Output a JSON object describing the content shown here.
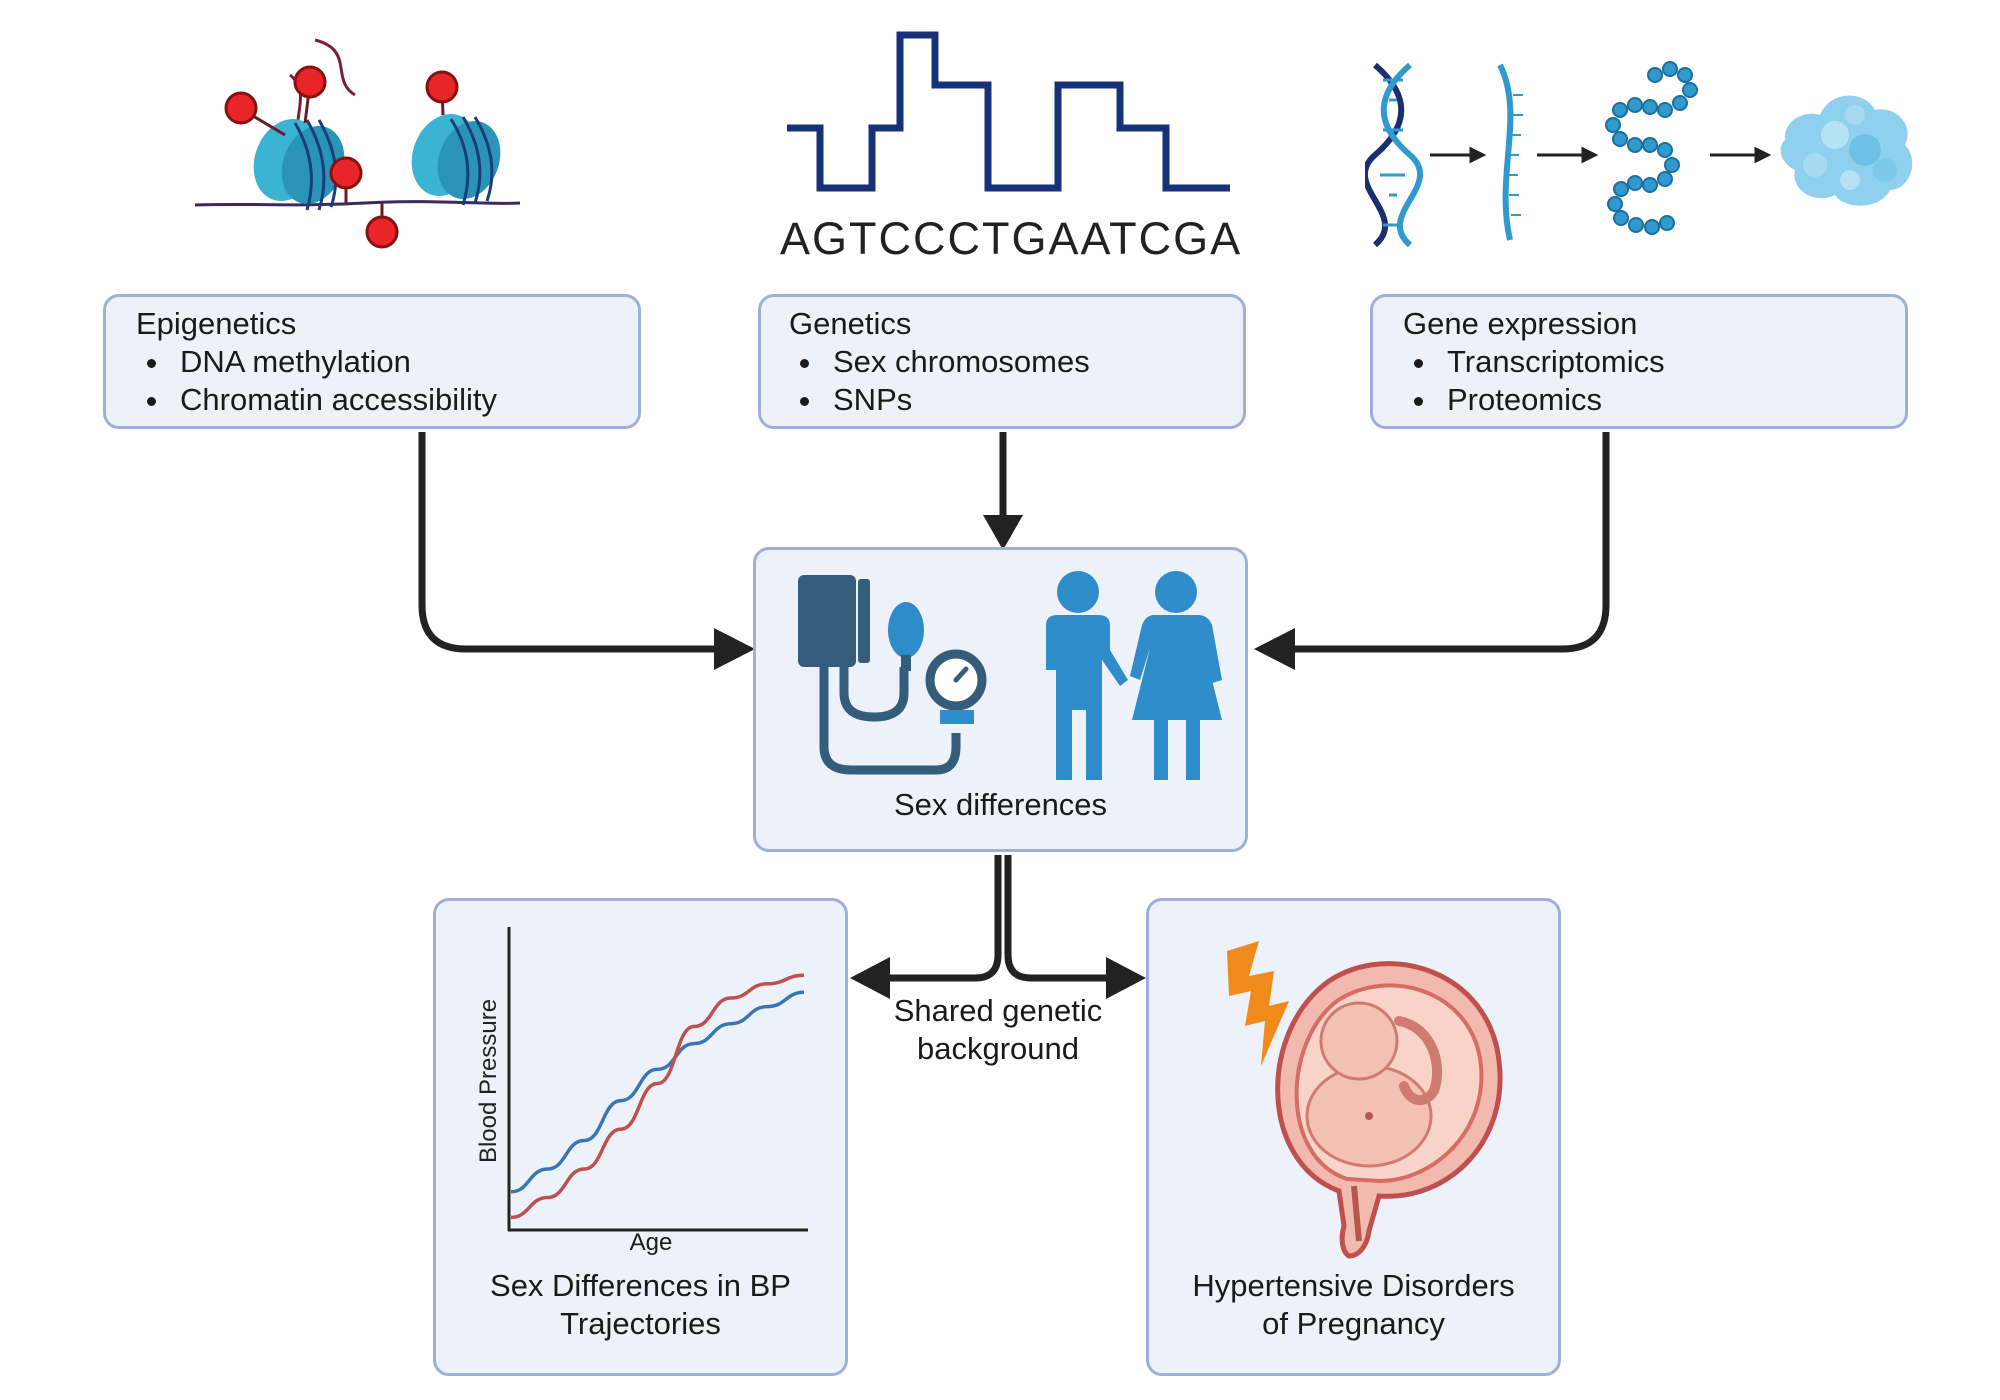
{
  "sequence": "AGTCCCTGAATCGA",
  "boxes": {
    "epigenetics": {
      "title": "Epigenetics",
      "items": [
        "DNA methylation",
        "Chromatin accessibility"
      ]
    },
    "genetics": {
      "title": "Genetics",
      "items": [
        "Sex chromosomes",
        "SNPs"
      ]
    },
    "expression": {
      "title": "Gene expression",
      "items": [
        "Transcriptomics",
        "Proteomics"
      ]
    },
    "center": {
      "label": "Sex differences"
    },
    "bp": {
      "caption_line1": "Sex Differences in BP",
      "caption_line2": "Trajectories"
    },
    "pregnancy": {
      "caption_line1": "Hypertensive Disorders",
      "caption_line2": "of Pregnancy"
    }
  },
  "link_label": {
    "line1": "Shared genetic",
    "line2": "background"
  },
  "chart_data": {
    "type": "line",
    "xlabel": "Age",
    "ylabel": "Blood Pressure",
    "series": [
      {
        "color": "#3a75b5",
        "values": [
          12,
          20,
          30,
          44,
          55,
          64,
          71,
          77,
          82
        ]
      },
      {
        "color": "#c0504d",
        "values": [
          3,
          10,
          20,
          34,
          50,
          70,
          80,
          85,
          88
        ]
      }
    ]
  },
  "colors": {
    "box_fill": "#edf2fa",
    "box_border": "#9fb0d8",
    "arrow": "#222222",
    "person_blue": "#2f8ccb",
    "monitor_dark": "#335d7a",
    "dna_navy": "#1b2f6e",
    "nucleosome_teal": "#3ab4d0",
    "methyl_red": "#e8262a",
    "lightning": "#f08a1a"
  }
}
